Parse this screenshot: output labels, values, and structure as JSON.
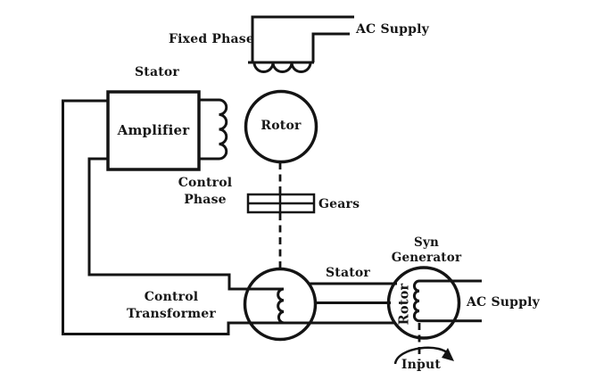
{
  "colors": {
    "line": "#141414",
    "text": "#161616",
    "background": "#ffffff"
  },
  "labels": {
    "fixed_phase": "Fixed Phase",
    "ac_supply_top": "AC Supply",
    "stator_servo": "Stator",
    "amplifier": "Amplifier",
    "rotor_servo": "Rotor",
    "control_phase": {
      "line1": "Control",
      "line2": "Phase"
    },
    "gears": "Gears",
    "control_transformer": {
      "line1": "Control",
      "line2": "Transformer"
    },
    "stator_link": "Stator",
    "syn_generator": {
      "line1": "Syn",
      "line2": "Generator"
    },
    "rotor_generator": "Rotor",
    "ac_supply_right": "AC Supply",
    "input": "Input"
  }
}
